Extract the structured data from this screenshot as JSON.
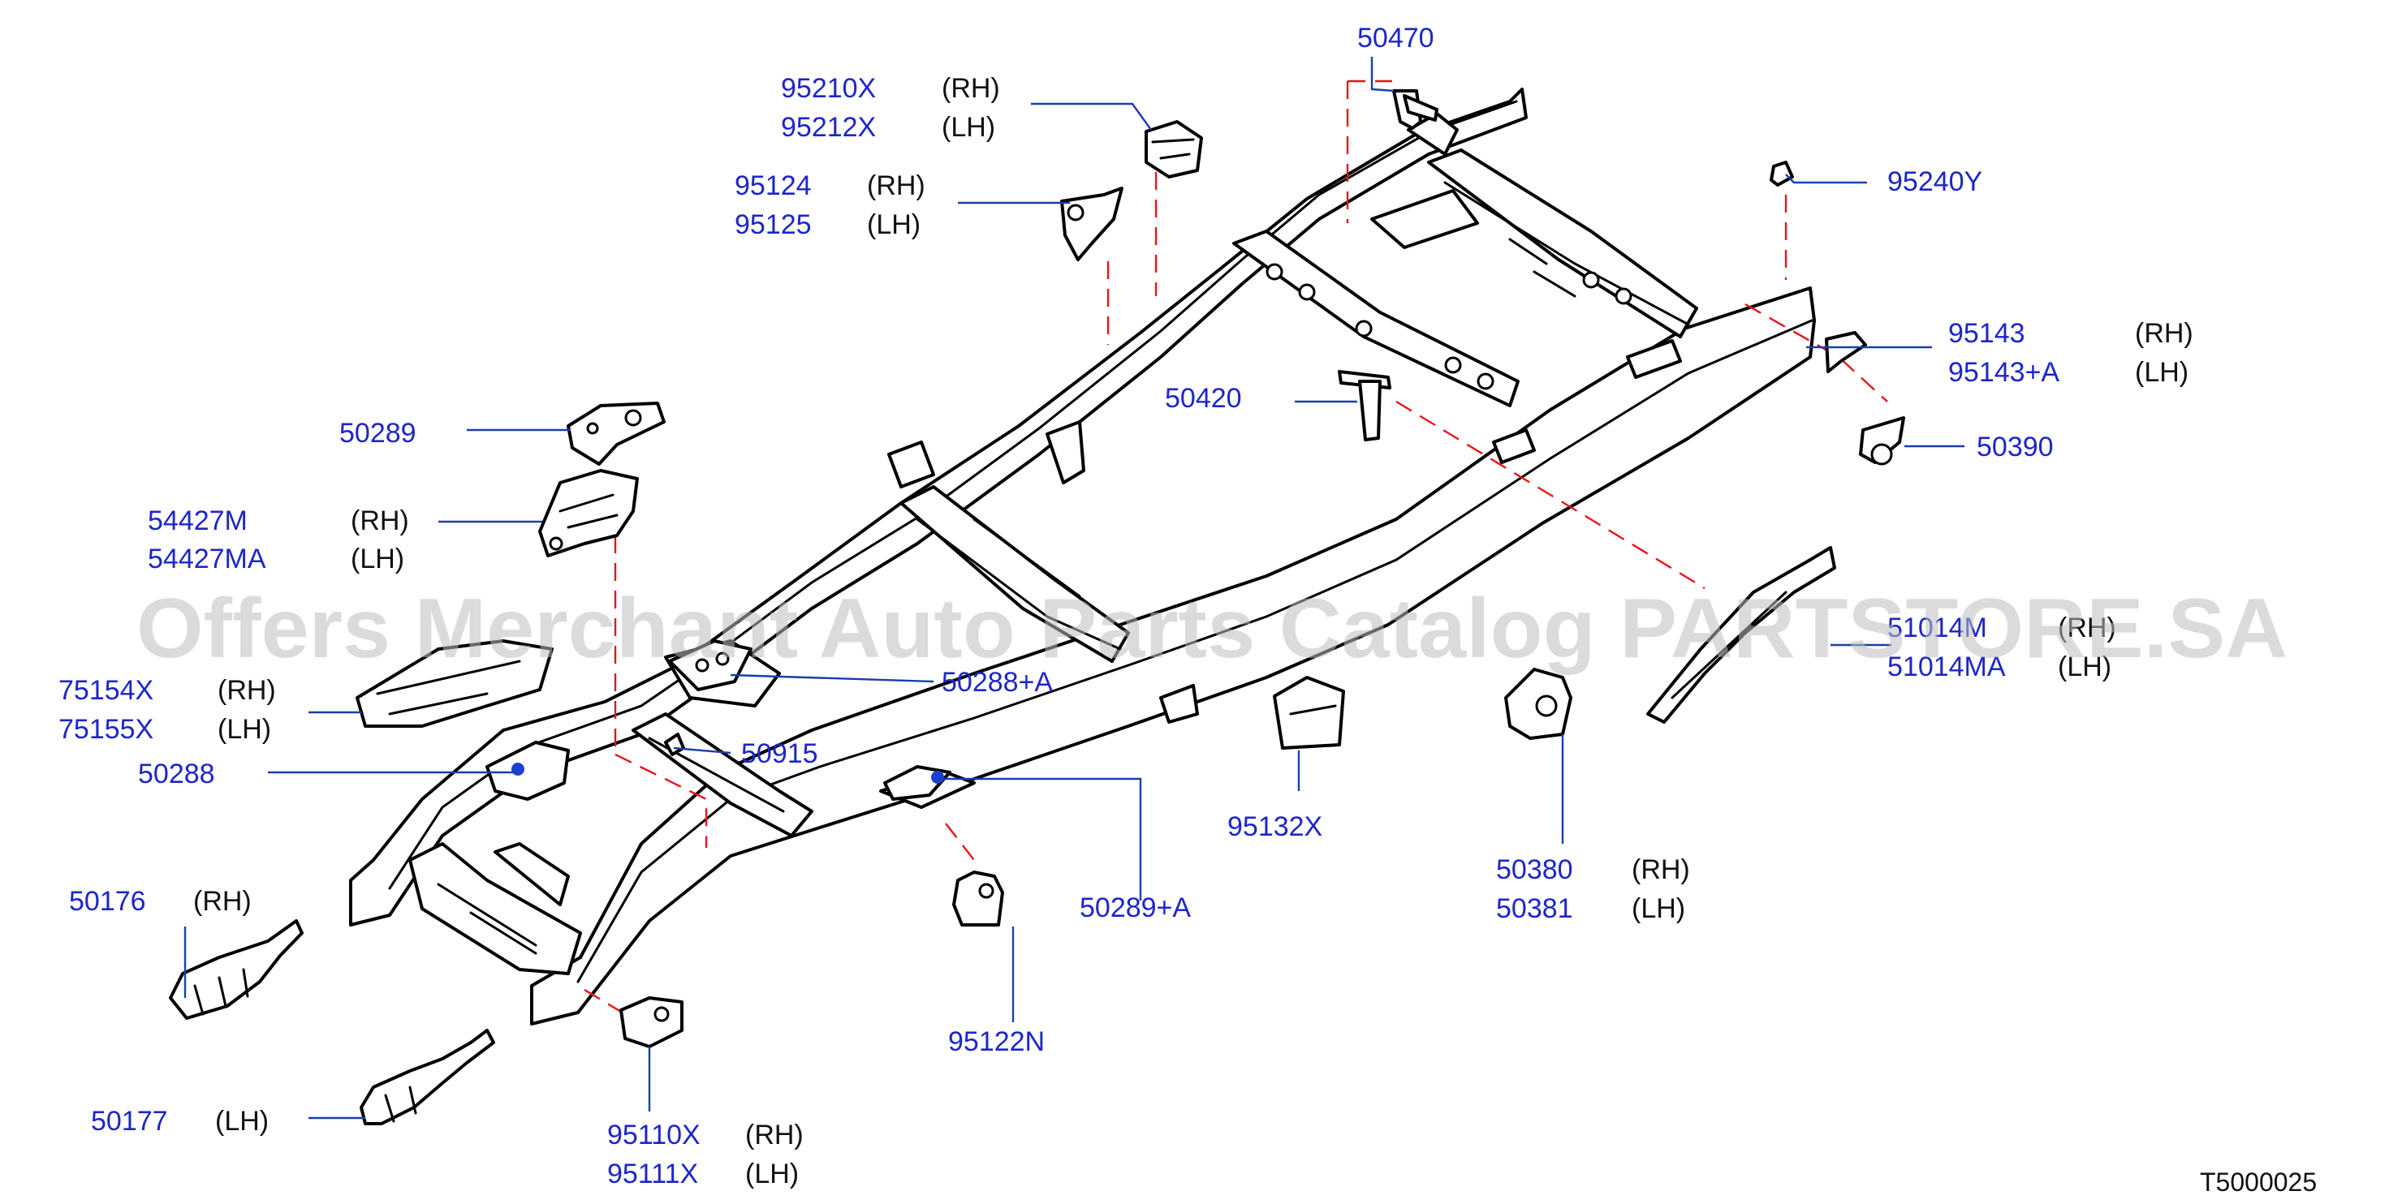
{
  "watermark": "Offers Merchant Auto Parts Catalog PARTSTORE.SA",
  "reference_code": "T5000025",
  "colors": {
    "callout": "#1d26c9",
    "leader": "#1a3fa8",
    "dashed_guide": "#e8141a",
    "linework": "#000000",
    "watermark": "#bdbdbd"
  },
  "callouts": {
    "p50470": {
      "number": "50470"
    },
    "p95210x": {
      "number": "95210X",
      "side": "(RH)"
    },
    "p95212x": {
      "number": "95212X",
      "side": "(LH)"
    },
    "p95124": {
      "number": "95124",
      "side": "(RH)"
    },
    "p95125": {
      "number": "95125",
      "side": "(LH)"
    },
    "p95240y": {
      "number": "95240Y"
    },
    "p95143": {
      "number": "95143",
      "side": "(RH)"
    },
    "p95143a": {
      "number": "95143+A",
      "side": "(LH)"
    },
    "p50420": {
      "number": "50420"
    },
    "p50390": {
      "number": "50390"
    },
    "p50289": {
      "number": "50289"
    },
    "p54427m": {
      "number": "54427M",
      "side": "(RH)"
    },
    "p54427ma": {
      "number": "54427MA",
      "side": "(LH)"
    },
    "p51014m": {
      "number": "51014M",
      "side": "(RH)"
    },
    "p51014ma": {
      "number": "51014MA",
      "side": "(LH)"
    },
    "p75154x": {
      "number": "75154X",
      "side": "(RH)"
    },
    "p75155x": {
      "number": "75155X",
      "side": "(LH)"
    },
    "p50288a": {
      "number": "50288+A"
    },
    "p50915": {
      "number": "50915"
    },
    "p50288": {
      "number": "50288"
    },
    "p95132x": {
      "number": "95132X"
    },
    "p50380": {
      "number": "50380",
      "side": "(RH)"
    },
    "p50381": {
      "number": "50381",
      "side": "(LH)"
    },
    "p50176": {
      "number": "50176",
      "side": "(RH)"
    },
    "p50289a": {
      "number": "50289+A"
    },
    "p95122n": {
      "number": "95122N"
    },
    "p50177": {
      "number": "50177",
      "side": "(LH)"
    },
    "p95110x": {
      "number": "95110X",
      "side": "(RH)"
    },
    "p95111x": {
      "number": "95111X",
      "side": "(LH)"
    }
  }
}
